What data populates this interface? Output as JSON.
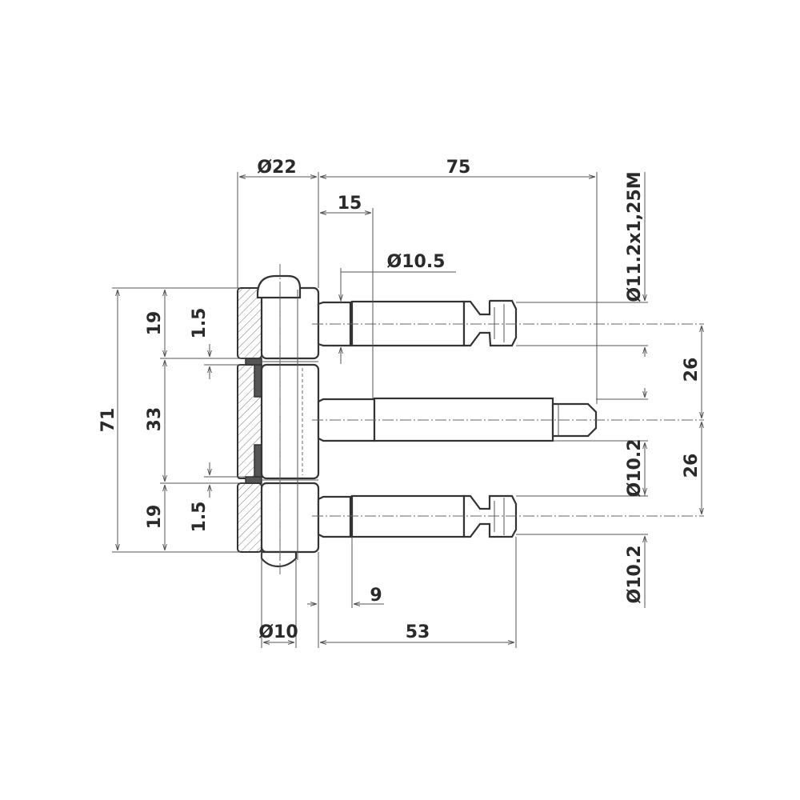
{
  "dimensions": {
    "d22": "Ø22",
    "d75": "75",
    "d15": "15",
    "d10_5": "Ø10.5",
    "thread": "Ø11.2x1,25M",
    "h19_top": "19",
    "h1_5_top": "1.5",
    "h71": "71",
    "h33": "33",
    "h19_bottom": "19",
    "h1_5_bottom": "1.5",
    "v26_top": "26",
    "v26_bottom": "26",
    "d10_2_upper": "Ø10.2",
    "d10_2_lower": "Ø10.2",
    "d9": "9",
    "d10": "Ø10",
    "d53": "53"
  },
  "colors": {
    "line": "#333333",
    "dim": "#555555",
    "text": "#2a2a2a"
  }
}
